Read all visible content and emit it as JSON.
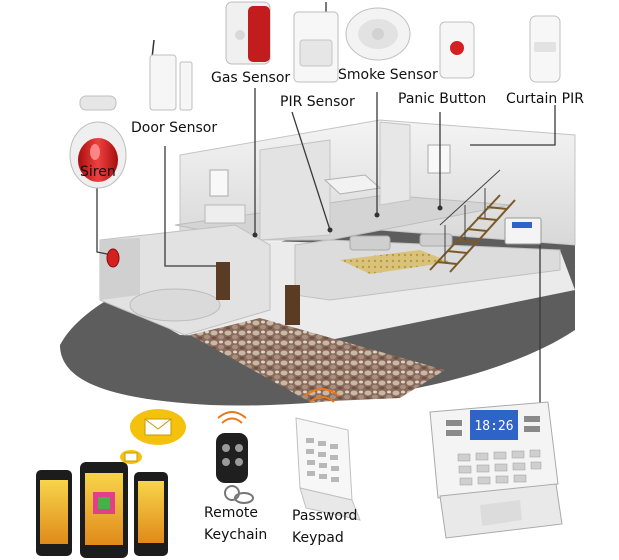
{
  "labels": {
    "siren": "Siren",
    "door_sensor": "Door Sensor",
    "gas_sensor": "Gas Sensor",
    "pir_sensor": "PIR Sensor",
    "smoke_sensor": "Smoke Sensor",
    "panic_button": "Panic Button",
    "curtain_pir": "Curtain PIR",
    "remote_line1": "Remote",
    "remote_line2": "Keychain",
    "keypad_line1": "Password",
    "keypad_line2": "Keypad"
  },
  "control_panel": {
    "display_text": "18:26"
  },
  "icons": [
    "siren-icon",
    "door-sensor-icon",
    "gas-sensor-icon",
    "pir-sensor-icon",
    "smoke-sensor-icon",
    "panic-button-icon",
    "curtain-pir-icon",
    "remote-keychain-icon",
    "password-keypad-icon",
    "envelope-icon",
    "smartphone-icon",
    "control-panel-icon",
    "wireless-signal-icon"
  ],
  "colors": {
    "siren_red": "#d42020",
    "panel_display": "#2e63c8",
    "envelope_yellow": "#f4c20d",
    "signal_orange": "#e8781e",
    "floor_gray": "#5d5d5d",
    "connector_line": "#3a3a3a"
  }
}
